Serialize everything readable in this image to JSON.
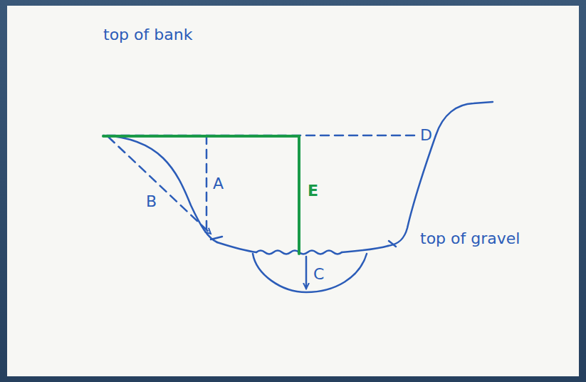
{
  "diagram": {
    "labels": [
      "top of bank",
      "B",
      "A",
      "E",
      "D",
      "top of gravel",
      "C"
    ]
  }
}
